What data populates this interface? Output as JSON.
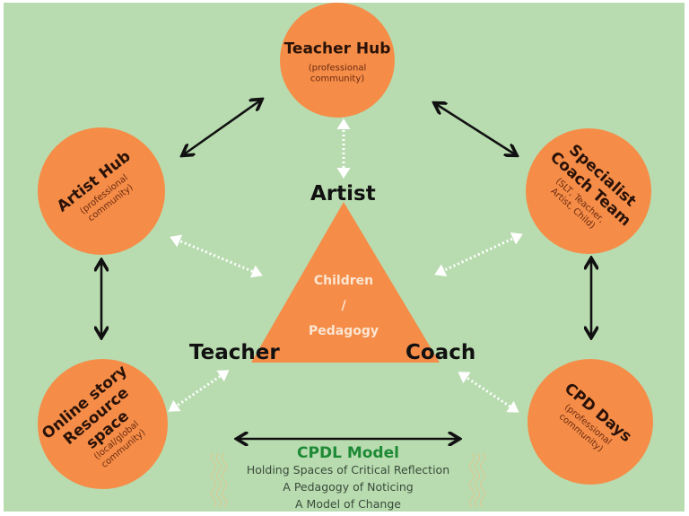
{
  "diagram": {
    "background": "#b8dcb0",
    "node_color": "#f58d48",
    "nodes": {
      "teacher_hub": {
        "title": "Teacher Hub",
        "sub1": "(professional",
        "sub2": "community)"
      },
      "artist_hub": {
        "title": "Artist Hub",
        "sub1": "(professional",
        "sub2": "community)"
      },
      "specialist": {
        "title1": "Specialist",
        "title2": "Coach Team",
        "sub1": "(SLT, Teacher,",
        "sub2": "Artist, Child)"
      },
      "online": {
        "title1": "Online story",
        "title2": "Resource",
        "title3": "space",
        "sub1": "(local/global",
        "sub2": "community)"
      },
      "cpd": {
        "title": "CPD Days",
        "sub1": "(professional",
        "sub2": "community)"
      }
    },
    "triangle": {
      "vertices": {
        "top": "Artist",
        "left": "Teacher",
        "right": "Coach"
      },
      "center_line1": "Children",
      "center_line2": "/",
      "center_line3": "Pedagogy"
    },
    "model": {
      "title": "CPDL Model",
      "title_color": "#1e8a35",
      "lines": [
        "Holding Spaces of Critical Reflection",
        "A Pedagogy of Noticing",
        "A Model of Change"
      ]
    },
    "connectors": {
      "solid": [
        "Artist Hub <-> Teacher Hub",
        "Teacher Hub <-> Specialist Coach Team",
        "Artist Hub <-> Online story Resource space",
        "Specialist Coach Team <-> CPD Days",
        "CPDL Model horizontal"
      ],
      "dotted": [
        "Teacher Hub <-> Artist",
        "Artist Hub <-> Triangle",
        "Specialist Coach Team <-> Triangle",
        "Online story <-> Teacher",
        "CPD Days <-> Coach"
      ]
    }
  }
}
